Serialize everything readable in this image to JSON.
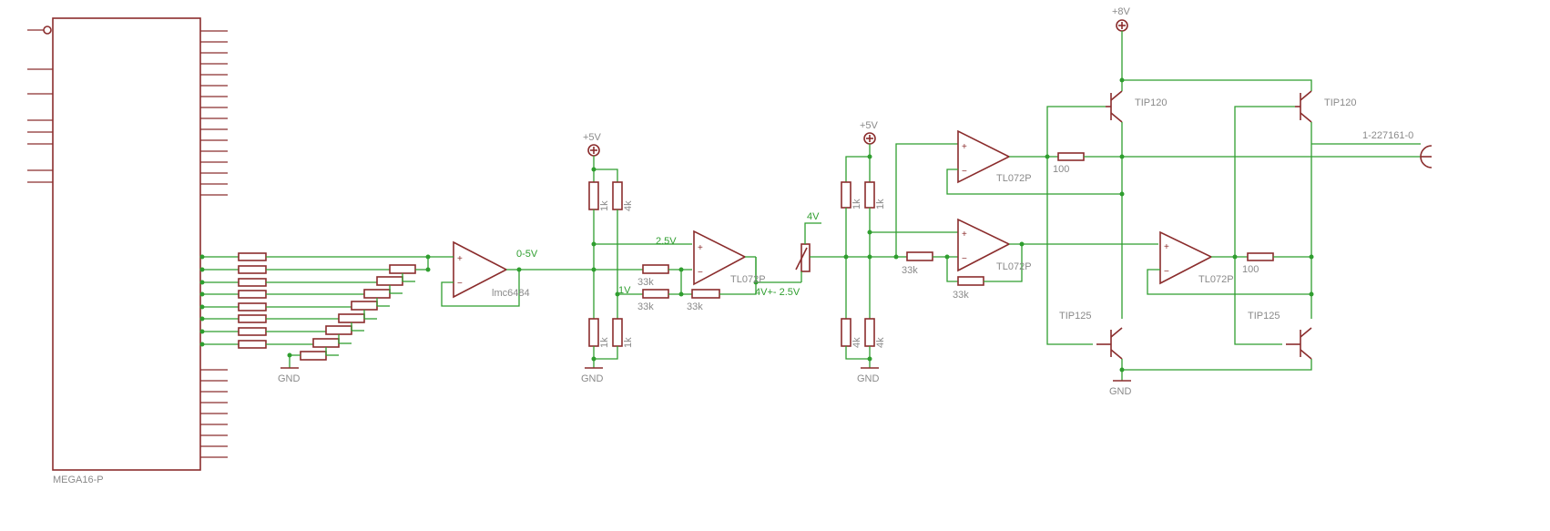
{
  "microcontroller": {
    "name": "MEGA16-P"
  },
  "opamps": {
    "buffer": "lmc6484",
    "sum": "TL072P",
    "upper": "TL072P",
    "middle": "TL072P",
    "lower": "TL072P"
  },
  "transistors": {
    "q1": "TIP120",
    "q2": "TIP120",
    "q3": "TIP125",
    "q4": "TIP125"
  },
  "resistors": {
    "r_div1_left_top": "1k",
    "r_div1_right_top": "4k",
    "r_div1_left_bot": "1k",
    "r_div1_right_bot": "1k",
    "r_in_a": "33k",
    "r_in_b": "33k",
    "r_fb_sum": "33k",
    "r_div2_left_top": "1k",
    "r_div2_right_top": "1k",
    "r_div2_left_bot": "4k",
    "r_div2_right_bot": "4k",
    "r_inv_in": "33k",
    "r_inv_fb": "33k",
    "r_out_top": "100",
    "r_out_bot": "100"
  },
  "power": {
    "vcc1": "+5V",
    "vcc2": "+5V",
    "vcc3": "+8V"
  },
  "grounds": {
    "g1": "GND",
    "g2": "GND",
    "g3": "GND",
    "g4": "GND"
  },
  "nets": {
    "dac_out": "0-5V",
    "ref_2v5": "2.5V",
    "ref_1v": "1V",
    "sum_out": "4V+- 2.5V",
    "ref_4v": "4V"
  },
  "connector": {
    "part": "1-227161-0"
  },
  "opamp_pins": {
    "plus": "+",
    "minus": "−"
  },
  "colors": {
    "symbol": "#8b2d2d",
    "wire": "#2f9e2f",
    "label": "#8a8a8a",
    "background": "#ffffff"
  }
}
